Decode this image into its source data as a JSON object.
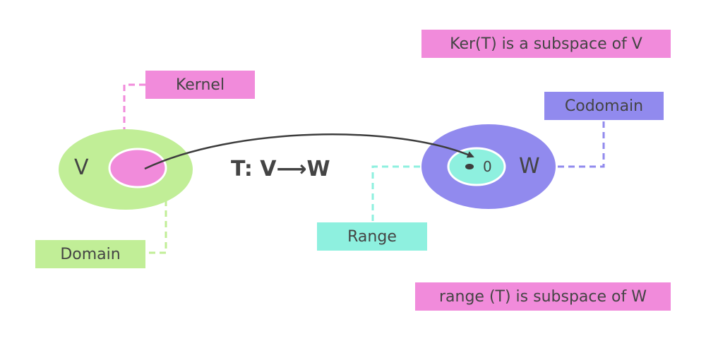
{
  "colors": {
    "pink": "#F18BDB",
    "green": "#C1EE97",
    "purple": "#918AEE",
    "teal": "#8EF0DF",
    "text": "#444444",
    "arrow": "#3D3D3D"
  },
  "labels": {
    "kernel": "Kernel",
    "domain": "Domain",
    "range": "Range",
    "codomain": "Codomain",
    "ker_statement": "Ker(T) is a subspace of V",
    "range_statement": "range (T) is subspace of W"
  },
  "sets": {
    "v": "V",
    "w": "W",
    "zero": "0"
  },
  "mapping": {
    "title": "T: V⟶W"
  }
}
